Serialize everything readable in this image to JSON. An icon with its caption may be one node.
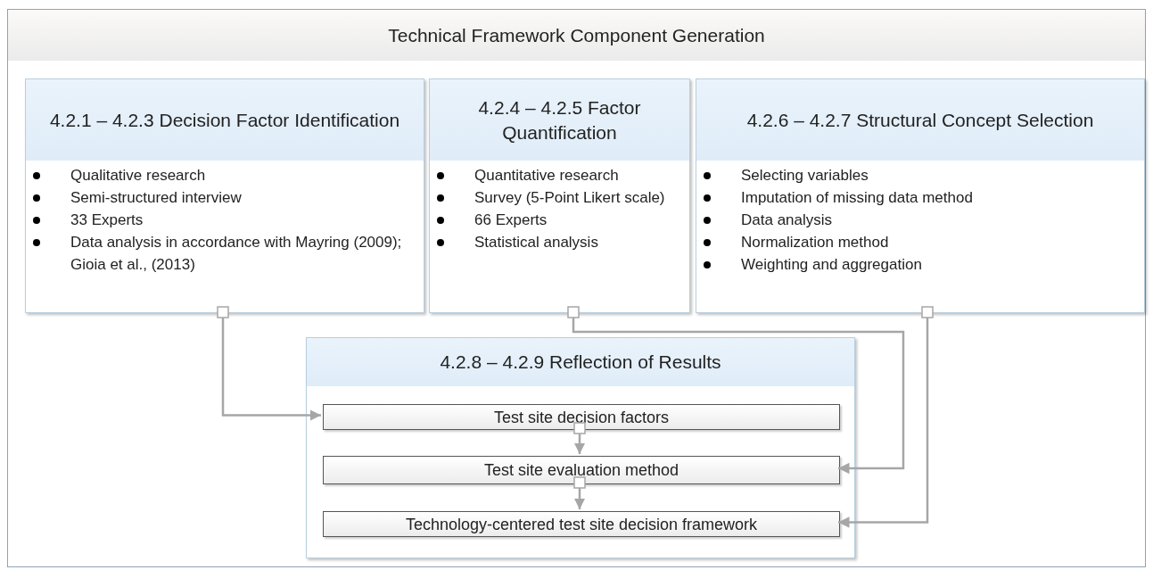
{
  "diagram": {
    "nodes": [
      {
        "text": [
          "Technical Framework Component Generation"
        ]
      },
      {
        "text": [
          "4.2.1 – 4.2.3 Decision Factor Identification",
          "Qualitative research",
          "Semi-structured interview",
          "33 Experts",
          "Data analysis in accordance with Mayring (2009); Gioia et al., (2013)"
        ],
        "in": 0
      },
      {
        "text": [
          "4.2.4 – 4.2.5 Factor Quantification",
          "Quantitative research",
          "Survey (5-Point Likert scale)",
          "66 Experts",
          "Statistical analysis"
        ],
        "in": 0
      },
      {
        "text": [
          "4.2.6 – 4.2.7 Structural Concept Selection",
          "Selecting variables",
          "Imputation of missing data method",
          "Data analysis",
          "Normalization method",
          "Weighting and aggregation"
        ],
        "in": 0
      },
      {
        "text": [
          "4.2.8 – 4.2.9 Reflection of Results"
        ],
        "in": 0
      },
      {
        "text": [
          "Test site decision factors"
        ],
        "in": 4
      },
      {
        "text": [
          "Test site evaluation method"
        ],
        "in": 4
      },
      {
        "text": [
          "Technology-centered test site decision framework"
        ],
        "in": 4
      }
    ],
    "edges": [
      {
        "from": 1,
        "to": 5,
        "arrow": "to"
      },
      {
        "from": 2,
        "to": 6,
        "arrow": "to"
      },
      {
        "from": 3,
        "to": 7,
        "arrow": "to"
      },
      {
        "from": 5,
        "to": 6,
        "arrow": "to"
      },
      {
        "from": 6,
        "to": 7,
        "arrow": "to"
      }
    ]
  }
}
